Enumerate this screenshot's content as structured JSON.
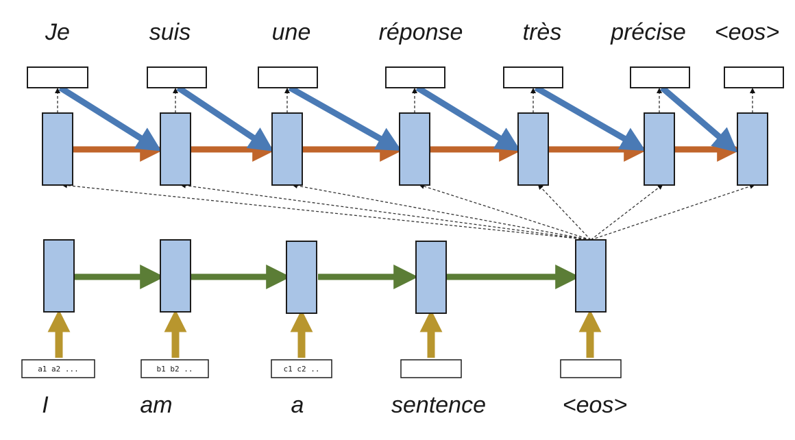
{
  "target_words": [
    "Je",
    "suis",
    "une",
    "réponse",
    "très",
    "précise",
    "<eos>"
  ],
  "source_words": [
    "I",
    "am",
    "a",
    "sentence",
    "<eos>"
  ],
  "embedding_labels": [
    "a1  a2 ...",
    "b1  b2 ..",
    "c1  c2 ..",
    "",
    ""
  ],
  "colors": {
    "cell_fill": "#a9c4e6",
    "decoder_recurrent_arrow": "#c0652b",
    "decoder_feedback_arrow": "#4a7ab5",
    "encoder_recurrent_arrow": "#5b7d36",
    "input_arrow": "#b8962e"
  }
}
